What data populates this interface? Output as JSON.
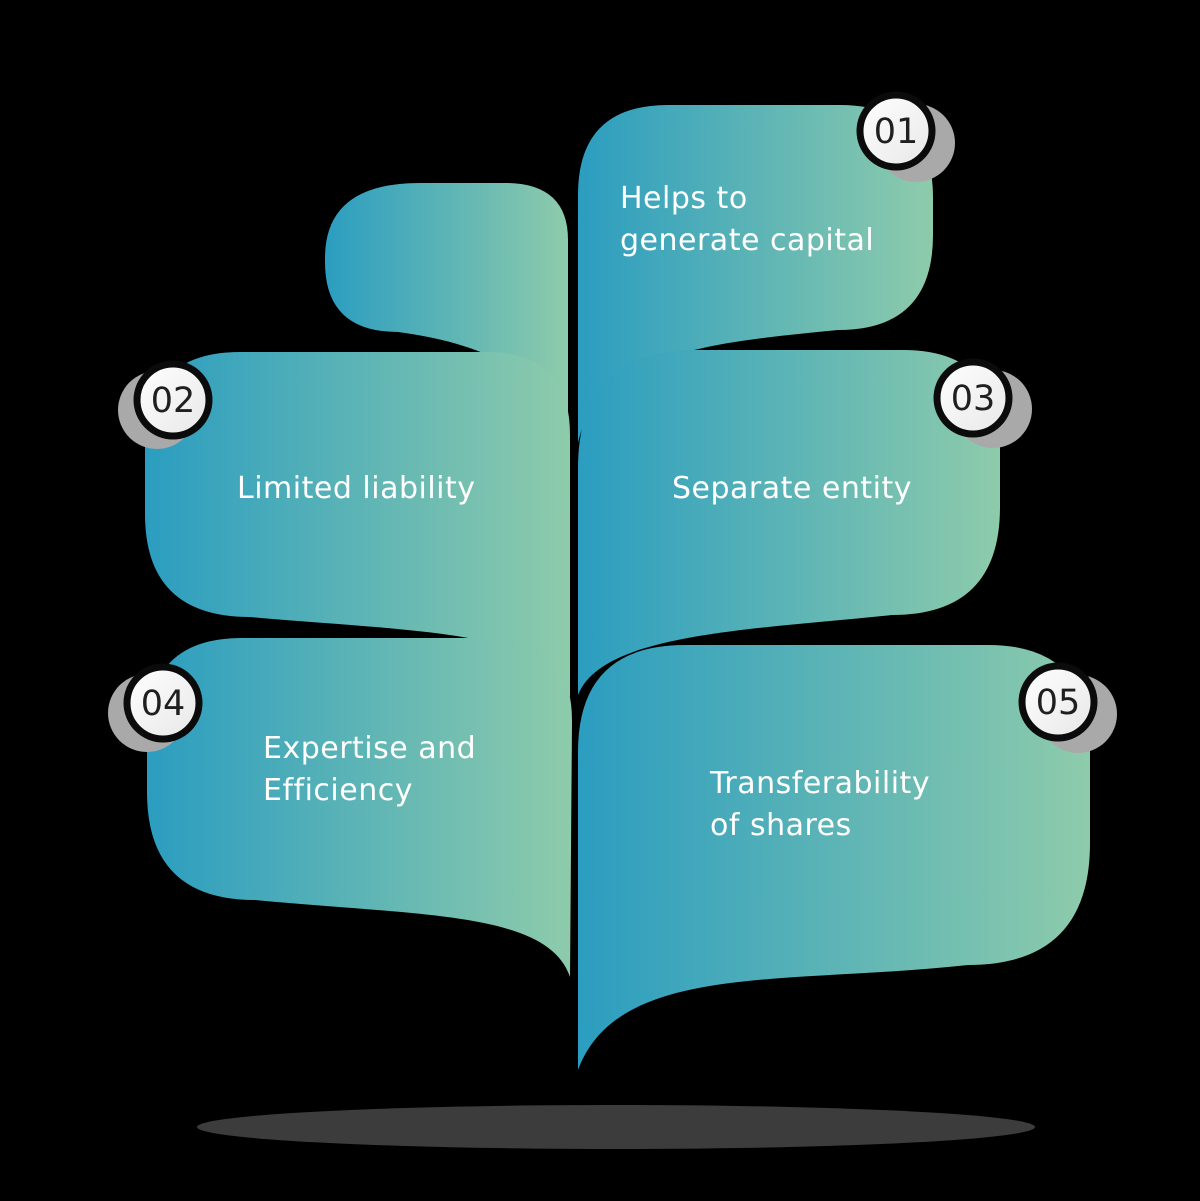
{
  "diagram": {
    "type": "leaf-infographic",
    "items": [
      {
        "number": "01",
        "lines": [
          "Helps to",
          "generate capital"
        ]
      },
      {
        "number": "02",
        "lines": [
          "Limited liability"
        ]
      },
      {
        "number": "03",
        "lines": [
          "Separate entity"
        ]
      },
      {
        "number": "04",
        "lines": [
          "Expertise and",
          "Efficiency"
        ]
      },
      {
        "number": "05",
        "lines": [
          "Transferability",
          "of shares"
        ]
      }
    ]
  },
  "colors": {
    "background": "#000000",
    "leaf_gradient_start": "#2b9dc0",
    "leaf_gradient_end": "#8ecbab",
    "label_text": "#ffffff",
    "badge_fill_top": "#ffffff",
    "badge_fill_bottom": "#e7e7e7",
    "badge_ring": "#0b0b0b",
    "badge_shadow": "#a9a9a9",
    "number_text": "#1f1f1f",
    "ground_shadow": "#3c3c3c"
  }
}
